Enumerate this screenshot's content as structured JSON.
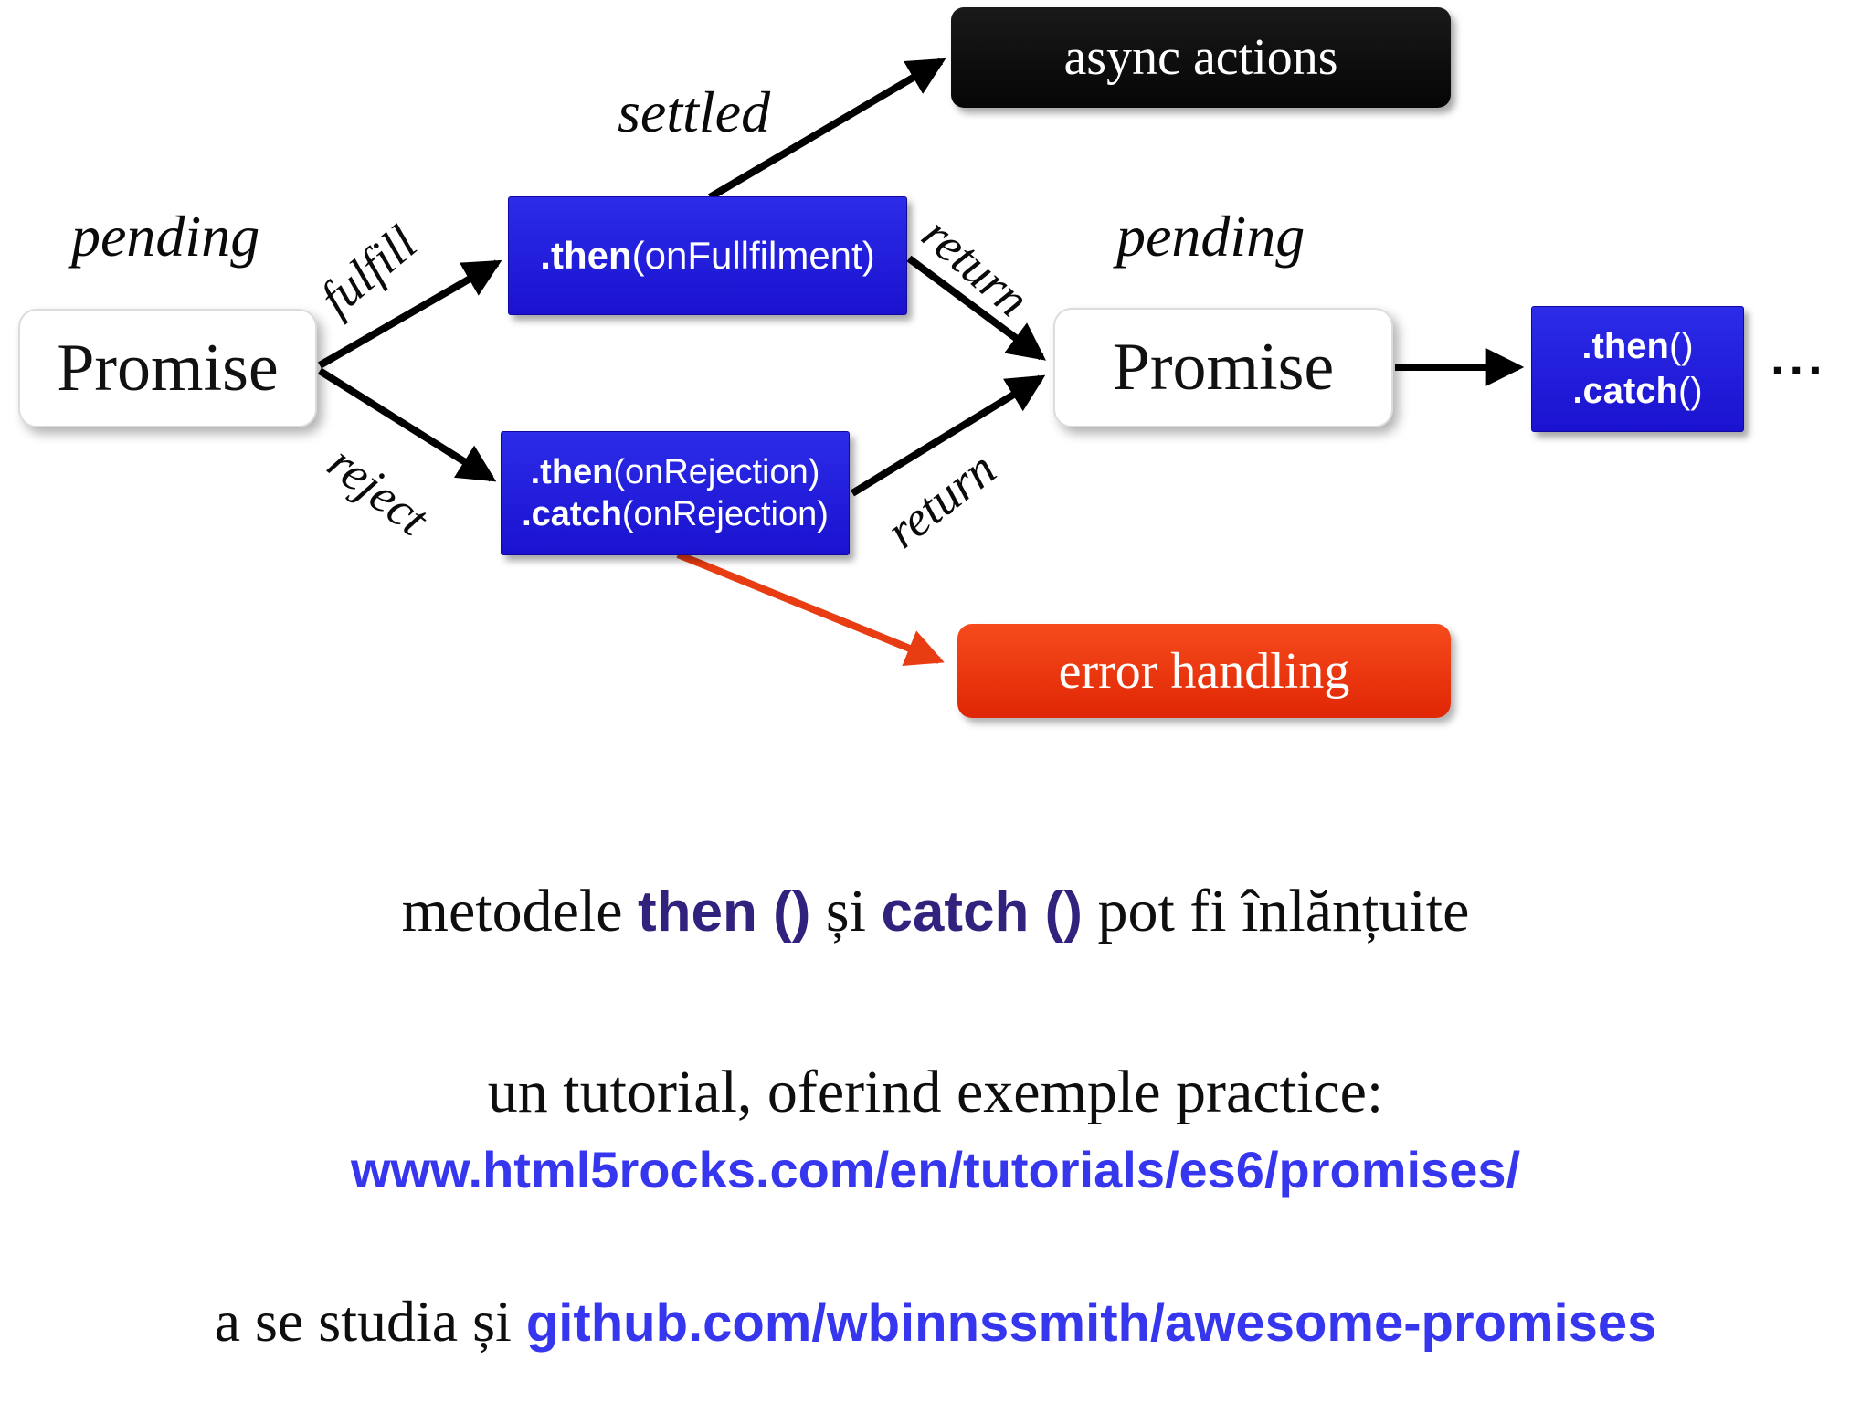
{
  "diagram": {
    "async_actions_label": "async actions",
    "settled_label": "settled",
    "pending_left_label": "pending",
    "pending_right_label": "pending",
    "promise_left_label": "Promise",
    "promise_right_label": "Promise",
    "fulfill_label": "fulfill",
    "reject_label": "reject",
    "return_top_label": "return",
    "return_bottom_label": "return",
    "then_fulfilment_bold": ".then",
    "then_fulfilment_rest": "(onFullfilment)",
    "then_rejection_bold": ".then",
    "then_rejection_rest": "(onRejection)",
    "catch_rejection_bold": ".catch",
    "catch_rejection_rest": "(onRejection)",
    "chain_then_bold": ".then",
    "chain_then_rest": "()",
    "chain_catch_bold": ".catch",
    "chain_catch_rest": "()",
    "ellipsis": "...",
    "error_handling_label": "error handling"
  },
  "notes": {
    "line1_prefix": "metodele ",
    "line1_then": "then ()",
    "line1_middle": " și ",
    "line1_catch": "catch ()",
    "line1_suffix": " pot fi înlănțuite",
    "line2": "un tutorial, oferind exemple practice:",
    "line3_link": "www.html5rocks.com/en/tutorials/es6/promises/",
    "line4_prefix": "a se studia și ",
    "line4_link": "github.com/wbinnssmith/awesome-promises"
  },
  "colors": {
    "box_blue": "#1f1bd4",
    "box_black": "#0b0b0b",
    "box_red": "#ee3110",
    "box_white": "#ffffff",
    "arrow_black": "#000000",
    "arrow_red": "#e83c12",
    "accent_purple": "#32217d",
    "link_blue": "#3636ee"
  }
}
